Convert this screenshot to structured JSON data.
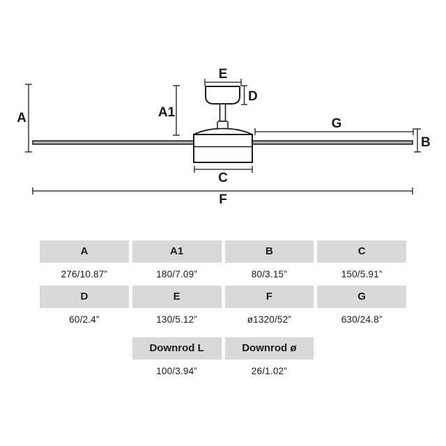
{
  "diagram": {
    "title": "ceiling-fan-dimension-drawing",
    "labels": {
      "A": "A",
      "A1": "A1",
      "B": "B",
      "C": "C",
      "D": "D",
      "E": "E",
      "F": "F",
      "G": "G"
    },
    "colors": {
      "line": "#1a1a1a",
      "blade_fill": "#a9a9a9",
      "header_bg": "#d9d9d9",
      "background": "#ffffff"
    }
  },
  "table": {
    "rows": [
      {
        "headers": [
          "A",
          "A1",
          "B",
          "C"
        ],
        "values": [
          "276/10.87”",
          "180/7.09”",
          "80/3.15”",
          "150/5.91”"
        ]
      },
      {
        "headers": [
          "D",
          "E",
          "F",
          "G"
        ],
        "values": [
          "60/2.4”",
          "130/5.12”",
          "ø1320/52”",
          "630/24.8”"
        ]
      }
    ],
    "downrod": {
      "headers": [
        "Downrod L",
        "Downrod ø"
      ],
      "values": [
        "100/3.94”",
        "26/1.02”"
      ]
    }
  }
}
